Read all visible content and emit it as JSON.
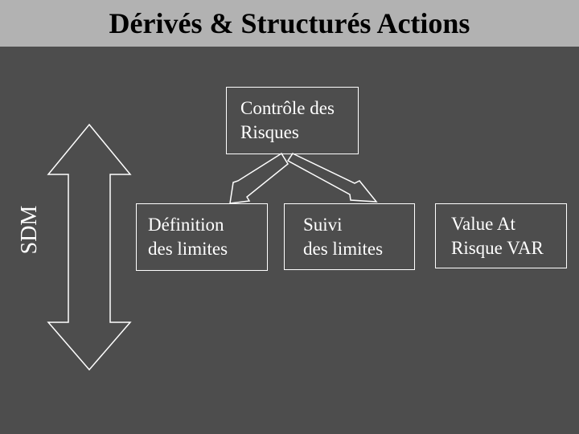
{
  "colors": {
    "header_bg": "#b2b2b2",
    "body_bg": "#4d4d4d",
    "outline": "#ffffff",
    "title_text": "#000000"
  },
  "header": {
    "title": "Dérivés & Structurés Actions"
  },
  "diagram": {
    "side_label": "SDM",
    "root_box": {
      "label": "Contrôle des Risques",
      "lines": [
        "Contrôle des",
        "Risques"
      ]
    },
    "child_boxes": [
      {
        "label": "Définition des limites",
        "lines": [
          "Définition",
          "des limites"
        ]
      },
      {
        "label": "Suivi des limites",
        "lines": [
          "Suivi",
          "des limites"
        ]
      },
      {
        "label": "Value At Risque VAR",
        "lines": [
          "Value At",
          "Risque VAR"
        ]
      }
    ]
  }
}
